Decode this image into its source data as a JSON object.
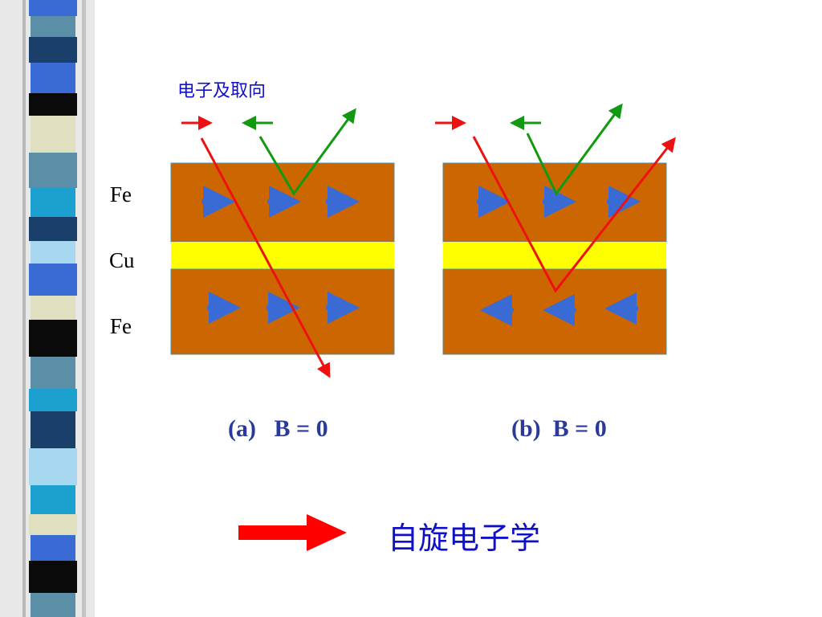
{
  "legend": {
    "title": "电子及取向"
  },
  "layers": {
    "top": "Fe",
    "middle": "Cu",
    "bottom": "Fe"
  },
  "captions": {
    "a": "(a)   B = 0",
    "b": "(b)  B = 0"
  },
  "footer": {
    "text": "自旋电子学"
  },
  "colors": {
    "fe": "#cc6600",
    "cu": "#ffff00",
    "spin_arrow": "#3a6bd4",
    "spin_up_electron": "#ee1111",
    "spin_down_electron": "#119911",
    "caption": "#2b3a9a",
    "chinese_text": "#1010c8"
  },
  "panels": [
    {
      "id": "a",
      "top_layer_magnetization": "right",
      "bottom_layer_magnetization": "right"
    },
    {
      "id": "b",
      "top_layer_magnetization": "right",
      "bottom_layer_magnetization": "left"
    }
  ]
}
